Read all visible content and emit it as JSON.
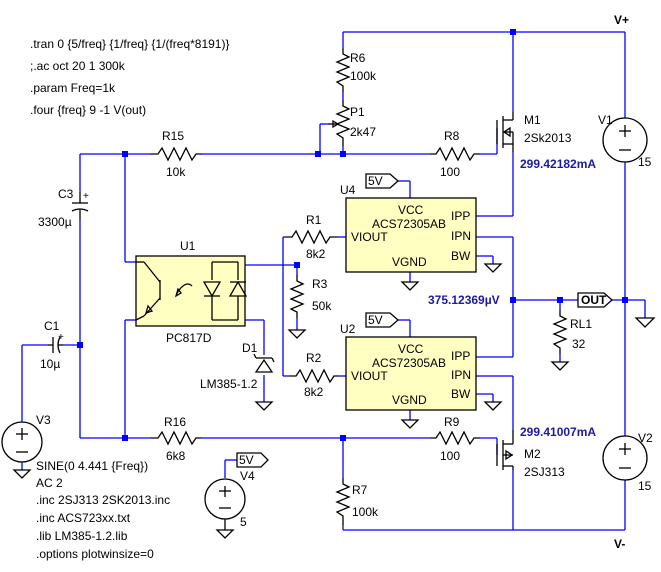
{
  "directives": [
    ".tran 0 {5/freq} {1/freq} {1/(freq*8191)}",
    ";.ac oct 20 1 300k",
    ".param Freq=1k",
    ".four {freq} 9 -1 V(out)"
  ],
  "directives_bottom": [
    ".inc 2SJ313 2SK2013.inc",
    ".inc ACS723xx.txt",
    ".lib LM385-1.2.lib",
    ".options plotwinsize=0"
  ],
  "rails": {
    "vplus": "V+",
    "vminus": "V-"
  },
  "components": {
    "r6": {
      "ref": "R6",
      "value": "100k"
    },
    "p1": {
      "ref": "P1",
      "value": "2k47"
    },
    "r15": {
      "ref": "R15",
      "value": "10k"
    },
    "r8": {
      "ref": "R8",
      "value": "100"
    },
    "m1": {
      "ref": "M1",
      "value": "2Sk2013"
    },
    "c3": {
      "ref": "C3",
      "value": "3300µ"
    },
    "u4": {
      "ref": "U4",
      "value": "ACS72305AB",
      "supply": "5V"
    },
    "u2": {
      "ref": "U2",
      "value": "ACS72305AB",
      "supply": "5V"
    },
    "u1": {
      "ref": "U1",
      "value": "PC817D"
    },
    "r1": {
      "ref": "R1",
      "value": "8k2"
    },
    "r3": {
      "ref": "R3",
      "value": "50k"
    },
    "r2": {
      "ref": "R2",
      "value": "8k2"
    },
    "c1": {
      "ref": "C1",
      "value": "10µ"
    },
    "d1": {
      "ref": "D1",
      "value": "LM385-1.2"
    },
    "v3": {
      "ref": "V3",
      "value": "SINE(0 4.441 {Freq})",
      "ac": "AC 2"
    },
    "r16": {
      "ref": "R16",
      "value": "6k8"
    },
    "r9": {
      "ref": "R9",
      "value": "100"
    },
    "m2": {
      "ref": "M2",
      "value": "2SJ313"
    },
    "r7": {
      "ref": "R7",
      "value": "100k"
    },
    "v4": {
      "ref": "V4",
      "value": "5",
      "supply": "5V"
    },
    "v1": {
      "ref": "V1",
      "value": "15"
    },
    "v2": {
      "ref": "V2",
      "value": "15"
    },
    "rl1": {
      "ref": "RL1",
      "value": "32"
    }
  },
  "pins": {
    "vcc": "VCC",
    "ipp": "IPP",
    "ipn": "IPN",
    "viout": "VIOUT",
    "vgnd": "VGND",
    "bw": "BW"
  },
  "out_label": "OUT",
  "measurements": {
    "m1_current": "299.42182mA",
    "m2_current": "299.41007mA",
    "out_voltage": "375.12369µV"
  }
}
